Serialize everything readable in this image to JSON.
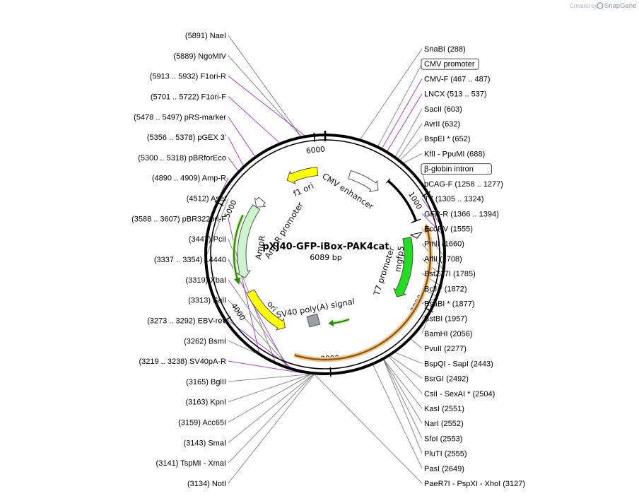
{
  "credit": {
    "created_by": "Created by",
    "brand": "SnapGene"
  },
  "plasmid": {
    "name": "pXJ40-GFP-iBox-PAK4cat",
    "length": "6089 bp",
    "total_bp": 6089
  },
  "ticks": [
    "1000",
    "2000",
    "3000",
    "4000",
    "5000",
    "6000"
  ],
  "features": [
    {
      "name": "CMV enhancer",
      "label": "CMV enhancer",
      "start": 288,
      "end": 668,
      "strand": 1,
      "color": "#ffffff",
      "kind": "arrow"
    },
    {
      "name": "beta-globin intron",
      "label": "",
      "start": 688,
      "end": 1180,
      "strand": 0,
      "color": "#000000",
      "kind": "bar"
    },
    {
      "name": "T7 promoter",
      "label": "T7 promoter",
      "start": 1305,
      "end": 1324,
      "strand": 1,
      "color": "#ffffff",
      "kind": "mini"
    },
    {
      "name": "mgfp5",
      "label": "mgfp5",
      "start": 1330,
      "end": 2040,
      "strand": 1,
      "color": "#22dd22",
      "kind": "arrow"
    },
    {
      "name": "SV40 poly(A) signal",
      "label": "SV40 poly(A) signal",
      "start": 3150,
      "end": 3280,
      "strand": 0,
      "color": "#9aa0a6",
      "kind": "box"
    },
    {
      "name": "ori",
      "label": "ori",
      "start": 3530,
      "end": 4120,
      "strand": -1,
      "color": "#ffff00",
      "kind": "arrow"
    },
    {
      "name": "AmpR",
      "label": "AmpR",
      "start": 4290,
      "end": 5150,
      "strand": -1,
      "color": "#ccf5cc",
      "kind": "arrow"
    },
    {
      "name": "AmpR promoter",
      "label": "AmpR promoter",
      "start": 5150,
      "end": 5255,
      "strand": -1,
      "color": "#ffffff",
      "kind": "arrow"
    },
    {
      "name": "f1 ori",
      "label": "f1 ori",
      "start": 5630,
      "end": 6000,
      "strand": -1,
      "color": "#ffff00",
      "kind": "arrow"
    }
  ],
  "orfs": [
    {
      "name": "orf-outer",
      "start": 1240,
      "end": 3330,
      "strand": -1
    },
    {
      "name": "orf-ampr",
      "start": 4240,
      "end": 5000,
      "strand": -1
    },
    {
      "name": "orf-gfp",
      "start": 2700,
      "end": 3000,
      "strand": 1
    }
  ],
  "labels_right": [
    {
      "name": "SnaBI",
      "pos": "(288)",
      "bp": 288
    },
    {
      "box": "CMV promoter",
      "bp": 440
    },
    {
      "purple": "CMV-F",
      "range": "(467 .. 487)",
      "bp": 477
    },
    {
      "purple": "LNCX",
      "range": "(513 .. 537)",
      "bp": 525
    },
    {
      "name": "SacII",
      "pos": "(603)",
      "bp": 603
    },
    {
      "name": "AvrII",
      "pos": "(632)",
      "bp": 632
    },
    {
      "name": "BspEI *",
      "pos": "(652)",
      "bp": 652
    },
    {
      "name": "KflI",
      "name2": "PpuMI",
      "pos": "(688)",
      "bp": 688
    },
    {
      "box": "β-globin intron",
      "bp": 950
    },
    {
      "purple": "pCAG-F",
      "range": "(1258 .. 1277)",
      "bp": 1267
    },
    {
      "purple": "T7",
      "range": "(1305 .. 1324)",
      "bp": 1314
    },
    {
      "purple": "GFP-R",
      "range": "(1366 .. 1394)",
      "bp": 1380
    },
    {
      "name": "EcoRV",
      "pos": "(1555)",
      "bp": 1555
    },
    {
      "name": "PmlI",
      "pos": "(1660)",
      "bp": 1660
    },
    {
      "name": "AflII",
      "pos": "(1708)",
      "bp": 1708
    },
    {
      "name": "BstZ17I",
      "pos": "(1785)",
      "bp": 1785
    },
    {
      "name": "BclI *",
      "pos": "(1872)",
      "bp": 1872
    },
    {
      "name": "BsaBI *",
      "pos": "(1877)",
      "bp": 1877
    },
    {
      "name": "BstBI",
      "pos": "(1957)",
      "bp": 1957
    },
    {
      "name": "BamHI",
      "pos": "(2056)",
      "bp": 2056
    },
    {
      "name": "PvuII",
      "pos": "(2277)",
      "bp": 2277
    },
    {
      "name": "BspQI",
      "name2": "SapI",
      "pos": "(2443)",
      "bp": 2443
    },
    {
      "name": "BsrGI",
      "pos": "(2492)",
      "bp": 2492
    },
    {
      "name": "CsiI",
      "name2": "SexAI *",
      "pos": "(2504)",
      "bp": 2504
    },
    {
      "name": "KasI",
      "pos": "(2551)",
      "bp": 2551
    },
    {
      "name": "NarI",
      "pos": "(2552)",
      "bp": 2552
    },
    {
      "name": "SfoI",
      "pos": "(2553)",
      "bp": 2553
    },
    {
      "name": "PluTI",
      "pos": "(2555)",
      "bp": 2555
    },
    {
      "name": "PasI",
      "pos": "(2649)",
      "bp": 2649
    },
    {
      "name": "PaeR7I",
      "name2": "PspXI",
      "name3": "XhoI",
      "pos": "(3127)",
      "bp": 3127
    }
  ],
  "labels_left": [
    {
      "name": "NaeI",
      "pos": "(5891)",
      "bp": 5891
    },
    {
      "name": "NgoMIV",
      "pos": "(5889)",
      "bp": 5889
    },
    {
      "purple": "F1ori-R",
      "range": "(5913 .. 5932)",
      "bp": 5922
    },
    {
      "purple": "F1ori-F",
      "range": "(5701 .. 5722)",
      "bp": 5711
    },
    {
      "purple": "pRS-marker",
      "range": "(5478 .. 5497)",
      "bp": 5487
    },
    {
      "purple": "pGEX 3'",
      "range": "(5356 .. 5378)",
      "bp": 5367
    },
    {
      "purple": "pBRforEco",
      "range": "(5300 .. 5318)",
      "bp": 5309
    },
    {
      "purple": "Amp-R",
      "range": "(4890 .. 4909)",
      "bp": 4899
    },
    {
      "name": "AseI",
      "pos": "(4512)",
      "bp": 4512
    },
    {
      "purple": "pBR322ori-F",
      "range": "(3588 .. 3607)",
      "bp": 3597
    },
    {
      "name": "PciI",
      "pos": "(3447)",
      "bp": 3447
    },
    {
      "purple": "L4440",
      "range": "(3337 .. 3354)",
      "bp": 3345
    },
    {
      "name": "XbaI",
      "pos": "(3319)",
      "bp": 3319
    },
    {
      "name": "SalI",
      "pos": "(3313)",
      "bp": 3313
    },
    {
      "purple": "EBV-rev",
      "range": "(3273 .. 3292)",
      "bp": 3282
    },
    {
      "name": "BsmI",
      "pos": "(3262)",
      "bp": 3262
    },
    {
      "purple": "SV40pA-R",
      "range": "(3219 .. 3238)",
      "bp": 3228
    },
    {
      "name": "BglII",
      "pos": "(3165)",
      "bp": 3165
    },
    {
      "name": "KpnI",
      "pos": "(3163)",
      "bp": 3163
    },
    {
      "name": "Acc65I",
      "pos": "(3159)",
      "bp": 3159
    },
    {
      "name": "SmaI",
      "pos": "(3143)",
      "bp": 3143
    },
    {
      "name": "TspMI",
      "name2": "XmaI",
      "pos": "(3141)",
      "bp": 3141
    },
    {
      "name": "NotI",
      "pos": "(3134)",
      "bp": 3134
    }
  ]
}
